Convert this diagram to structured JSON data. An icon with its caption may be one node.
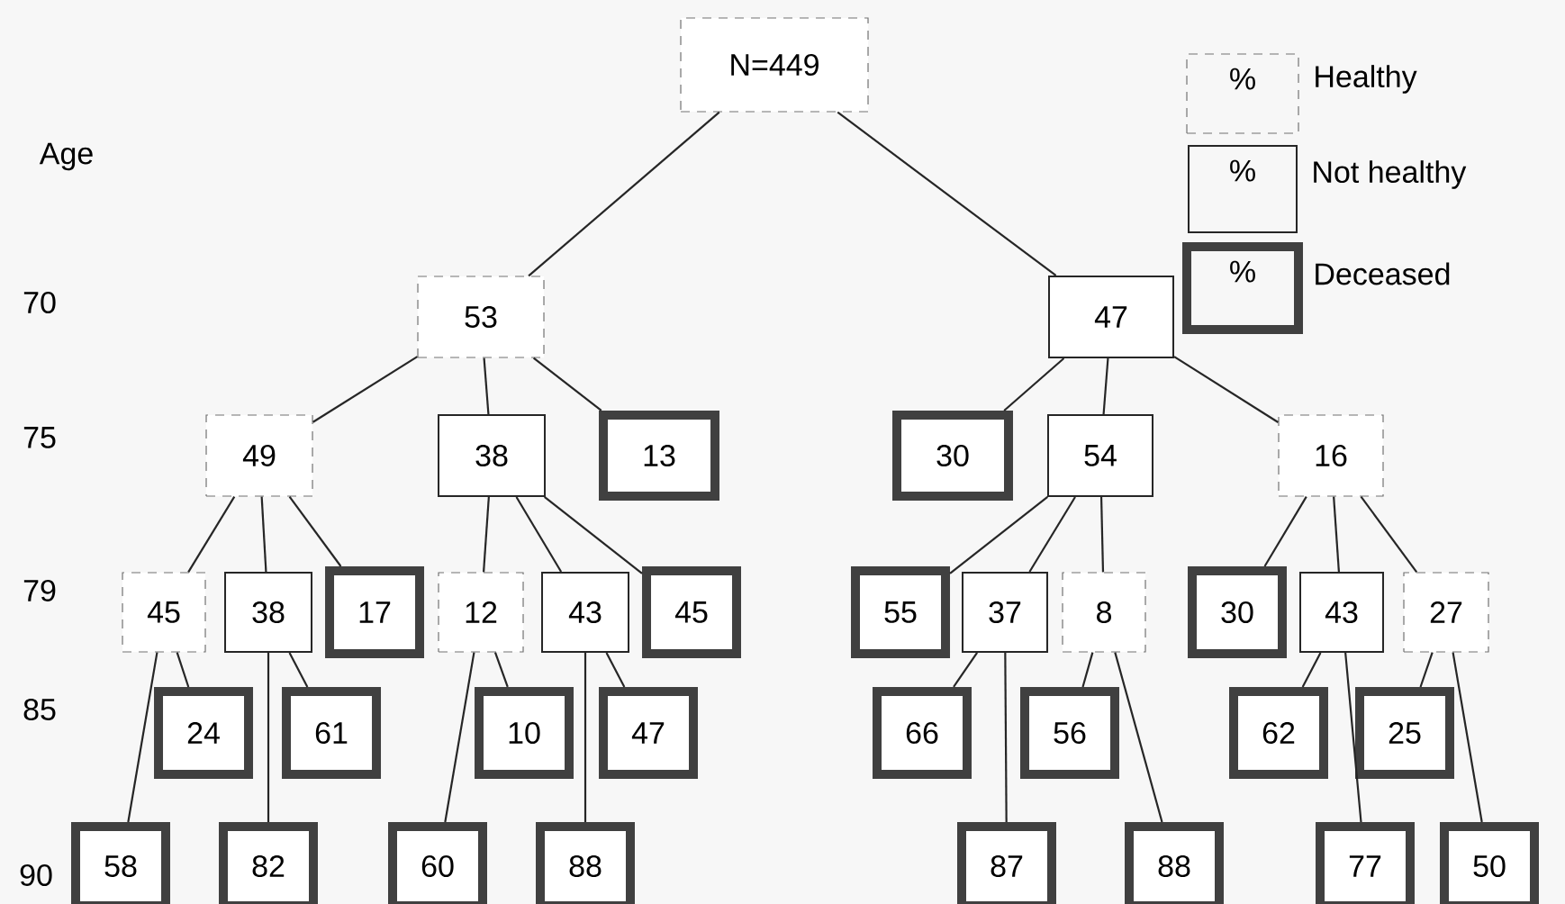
{
  "diagram": {
    "nodes": [
      {
        "text": [
          "N=449"
        ]
      },
      {
        "text": [
          "53"
        ]
      },
      {
        "text": [
          "47"
        ]
      },
      {
        "text": [
          "49"
        ]
      },
      {
        "text": [
          "38"
        ]
      },
      {
        "text": [
          "13"
        ]
      },
      {
        "text": [
          "30"
        ]
      },
      {
        "text": [
          "54"
        ]
      },
      {
        "text": [
          "16"
        ]
      },
      {
        "text": [
          "45"
        ]
      },
      {
        "text": [
          "38"
        ]
      },
      {
        "text": [
          "17"
        ]
      },
      {
        "text": [
          "12"
        ]
      },
      {
        "text": [
          "43"
        ]
      },
      {
        "text": [
          "45"
        ]
      },
      {
        "text": [
          "55"
        ]
      },
      {
        "text": [
          "37"
        ]
      },
      {
        "text": [
          "8"
        ]
      },
      {
        "text": [
          "30"
        ]
      },
      {
        "text": [
          "43"
        ]
      },
      {
        "text": [
          "27"
        ]
      },
      {
        "text": [
          "24"
        ]
      },
      {
        "text": [
          "61"
        ]
      },
      {
        "text": [
          "10"
        ]
      },
      {
        "text": [
          "47"
        ]
      },
      {
        "text": [
          "66"
        ]
      },
      {
        "text": [
          "56"
        ]
      },
      {
        "text": [
          "62"
        ]
      },
      {
        "text": [
          "25"
        ]
      },
      {
        "text": [
          "58"
        ]
      },
      {
        "text": [
          "82"
        ]
      },
      {
        "text": [
          "60"
        ]
      },
      {
        "text": [
          "88"
        ]
      },
      {
        "text": [
          "87"
        ]
      },
      {
        "text": [
          "88"
        ]
      },
      {
        "text": [
          "77"
        ]
      },
      {
        "text": [
          "50"
        ]
      }
    ],
    "edges": [
      {
        "from": 0,
        "to": 1,
        "arrow": "none"
      },
      {
        "from": 0,
        "to": 2,
        "arrow": "none"
      },
      {
        "from": 1,
        "to": 3,
        "arrow": "none"
      },
      {
        "from": 1,
        "to": 4,
        "arrow": "none"
      },
      {
        "from": 1,
        "to": 5,
        "arrow": "none"
      },
      {
        "from": 2,
        "to": 6,
        "arrow": "none"
      },
      {
        "from": 2,
        "to": 7,
        "arrow": "none"
      },
      {
        "from": 2,
        "to": 8,
        "arrow": "none"
      },
      {
        "from": 3,
        "to": 9,
        "arrow": "none"
      },
      {
        "from": 3,
        "to": 10,
        "arrow": "none"
      },
      {
        "from": 3,
        "to": 11,
        "arrow": "none"
      },
      {
        "from": 4,
        "to": 12,
        "arrow": "none"
      },
      {
        "from": 4,
        "to": 13,
        "arrow": "none"
      },
      {
        "from": 4,
        "to": 14,
        "arrow": "none"
      },
      {
        "from": 7,
        "to": 15,
        "arrow": "none"
      },
      {
        "from": 7,
        "to": 16,
        "arrow": "none"
      },
      {
        "from": 7,
        "to": 17,
        "arrow": "none"
      },
      {
        "from": 8,
        "to": 18,
        "arrow": "none"
      },
      {
        "from": 8,
        "to": 19,
        "arrow": "none"
      },
      {
        "from": 8,
        "to": 20,
        "arrow": "none"
      },
      {
        "from": 9,
        "to": 21,
        "arrow": "none"
      },
      {
        "from": 9,
        "to": 29,
        "arrow": "none"
      },
      {
        "from": 10,
        "to": 22,
        "arrow": "none"
      },
      {
        "from": 10,
        "to": 30,
        "arrow": "none"
      },
      {
        "from": 12,
        "to": 23,
        "arrow": "none"
      },
      {
        "from": 12,
        "to": 31,
        "arrow": "none"
      },
      {
        "from": 13,
        "to": 24,
        "arrow": "none"
      },
      {
        "from": 13,
        "to": 32,
        "arrow": "none"
      },
      {
        "from": 16,
        "to": 25,
        "arrow": "none"
      },
      {
        "from": 16,
        "to": 33,
        "arrow": "none"
      },
      {
        "from": 17,
        "to": 26,
        "arrow": "none"
      },
      {
        "from": 17,
        "to": 34,
        "arrow": "none"
      },
      {
        "from": 19,
        "to": 27,
        "arrow": "none"
      },
      {
        "from": 19,
        "to": 35,
        "arrow": "none"
      },
      {
        "from": 20,
        "to": 28,
        "arrow": "none"
      },
      {
        "from": 20,
        "to": 36,
        "arrow": "none"
      }
    ],
    "labels": [
      "%",
      "Age",
      "%",
      "%",
      "70",
      "75",
      "79",
      "85",
      "90"
    ],
    "legend": [
      {
        "text": "Healthy"
      },
      {
        "text": "Not healthy"
      },
      {
        "text": "Deceased"
      }
    ]
  }
}
